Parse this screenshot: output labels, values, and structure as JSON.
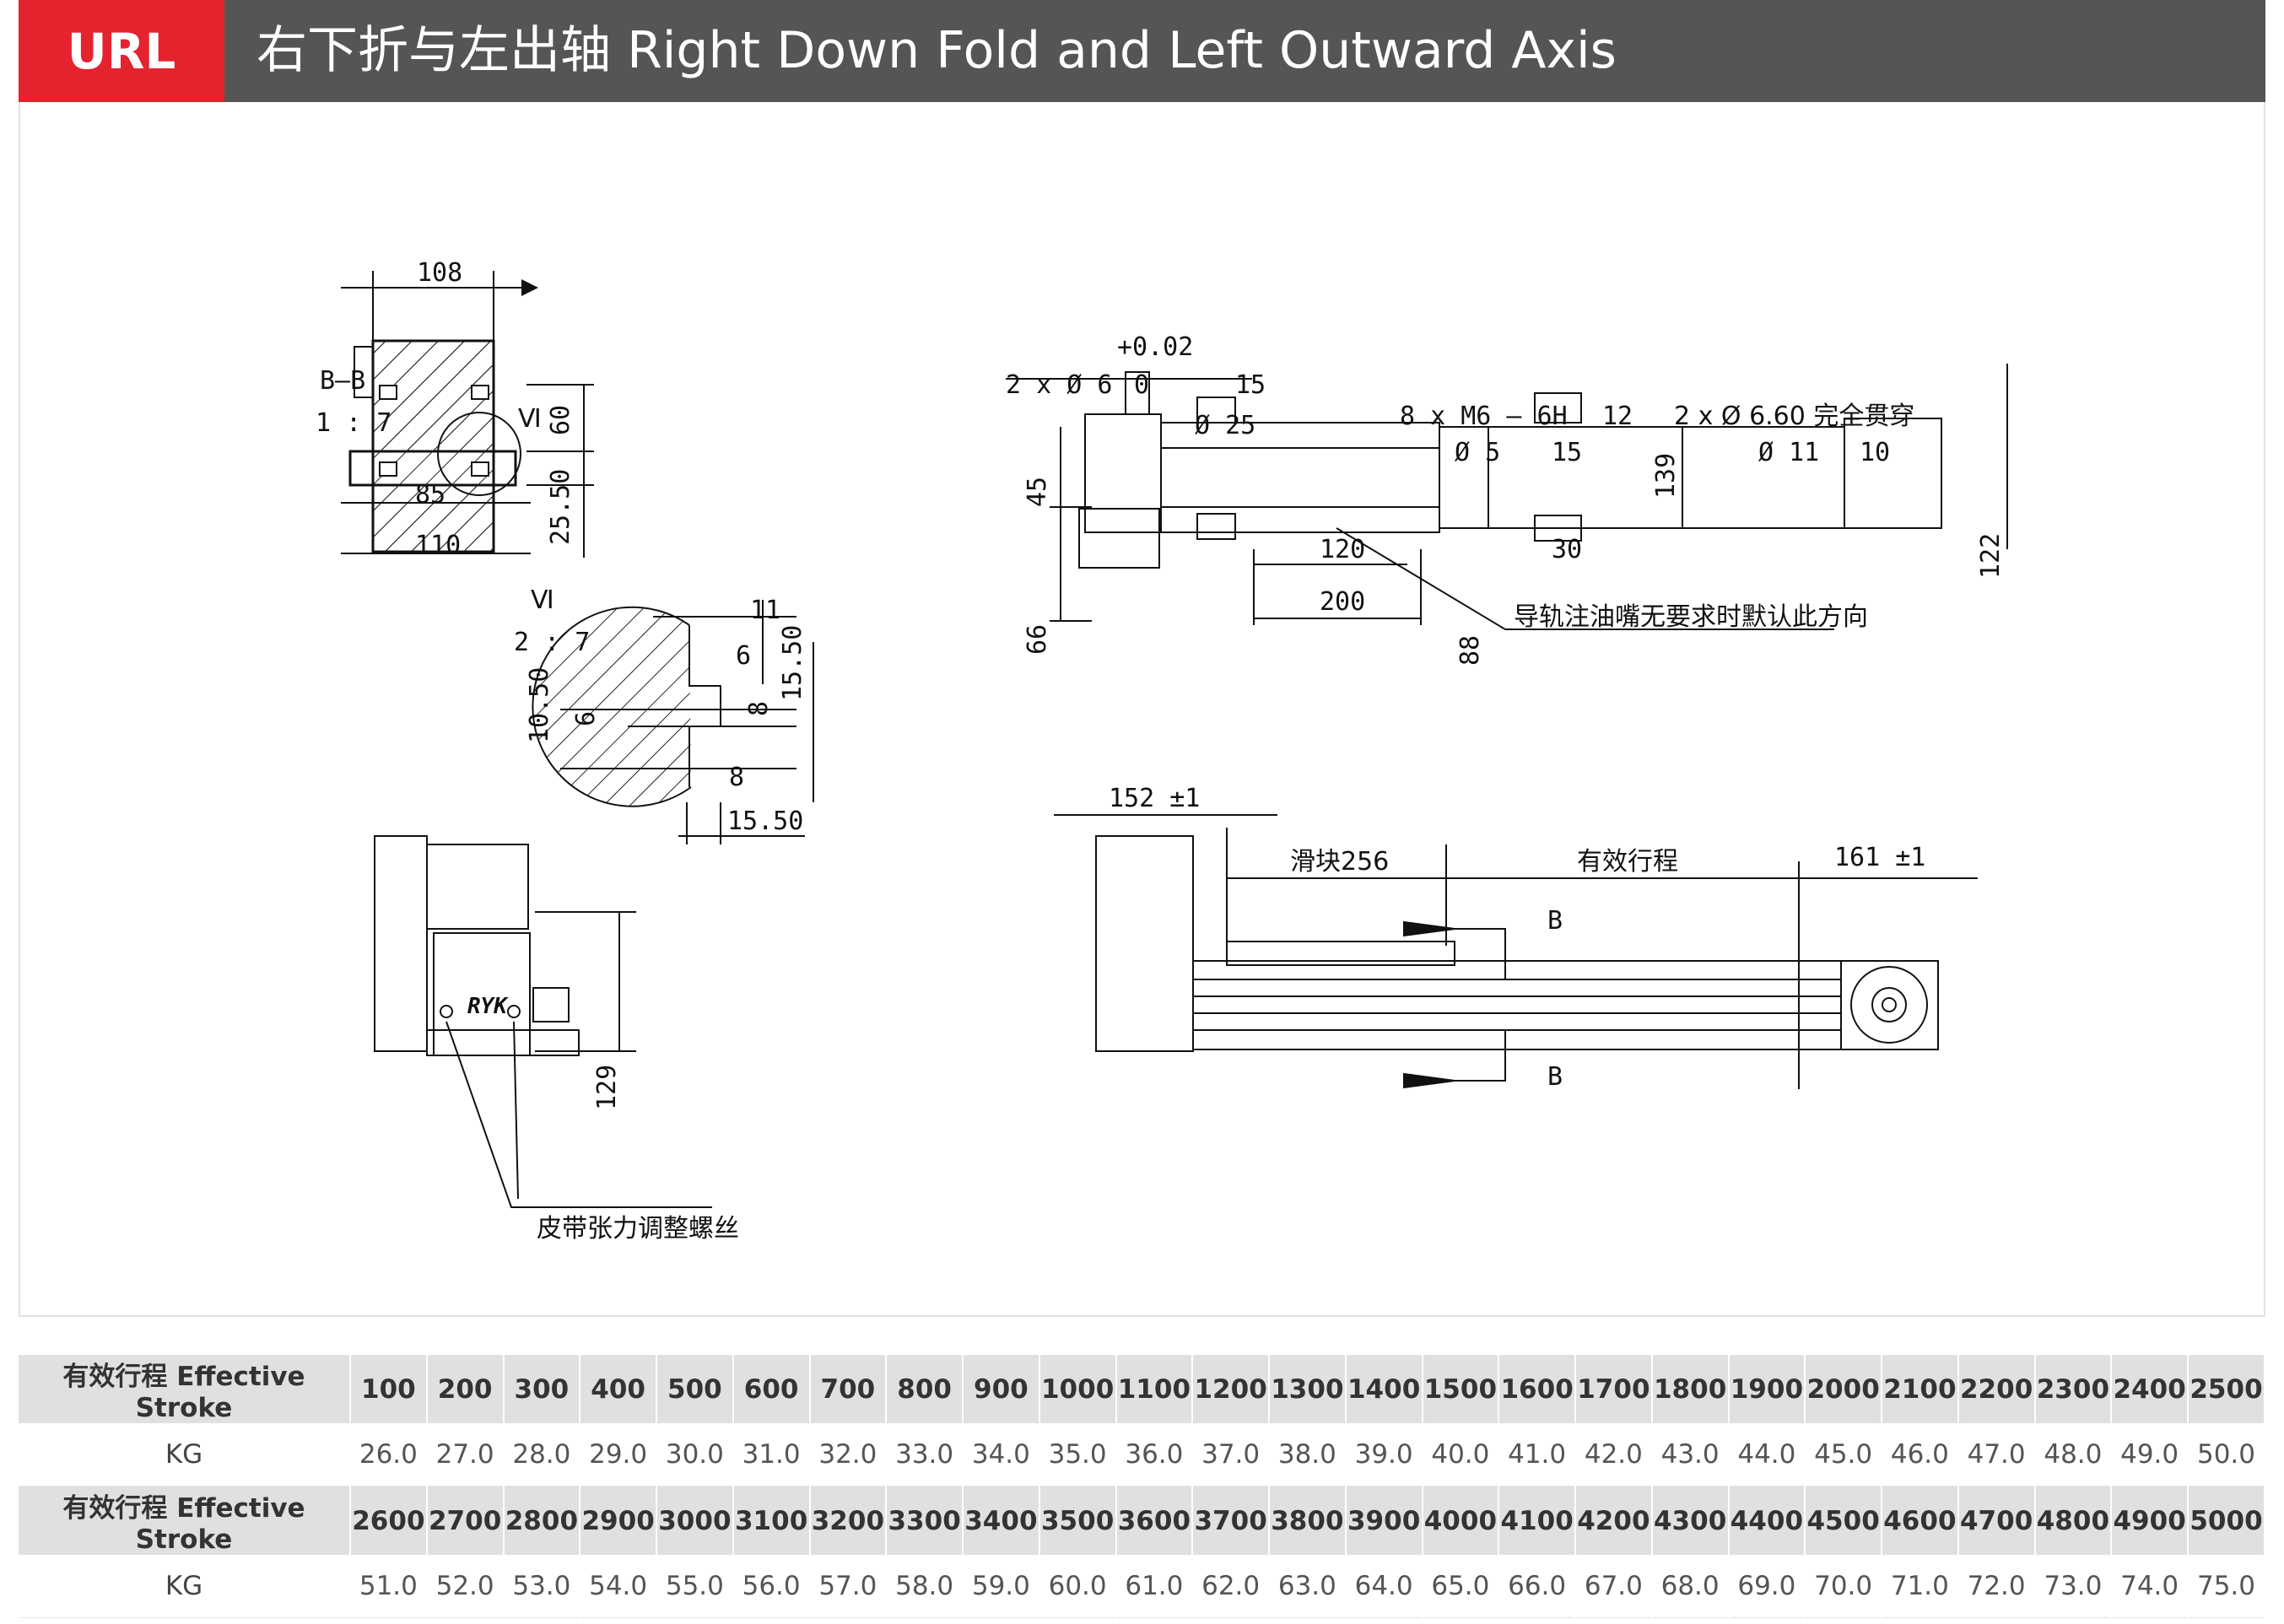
{
  "header": {
    "code": "URL",
    "title": "右下折与左出轴 Right Down Fold and Left Outward Axis"
  },
  "colors": {
    "badge": "#e4232e",
    "header_bar": "#555555",
    "row_header": "#e0e0e0"
  },
  "drawing": {
    "section_view": {
      "label": "B—B",
      "scale": "1 : 7",
      "detail_marker": "Ⅵ",
      "dims": {
        "top_width": "108",
        "inner_width": "85",
        "bottom_width": "110",
        "height_upper": "60",
        "height_lower": "25.50"
      }
    },
    "detail_view": {
      "label": "Ⅵ",
      "scale": "2 : 7",
      "dims": {
        "d11": "11",
        "d6a": "6",
        "d15_50_v": "15.50",
        "d8a": "8",
        "d10_50": "10.50",
        "d6b": "6",
        "d8b": "8",
        "d15_50_h": "15.50"
      }
    },
    "side_view": {
      "dim_height": "129",
      "callout": "皮带张力调整螺丝",
      "logo": "RYK"
    },
    "top_view": {
      "tolerance": "+0.02",
      "tolerance_zero": "0",
      "hole_spec_1": "2 x Ø 6",
      "hole_depth_1": "15",
      "shaft_dia": "Ø 25",
      "thread_spec": "8 x M6 — 6H",
      "thread_depth": "12",
      "thread_sub": "Ø 5",
      "thread_sub_depth": "15",
      "through_hole": "2 x Ø 6.60 完全贯穿",
      "counterbore": "Ø 11",
      "counterbore_depth": "10",
      "dims": {
        "d45": "45",
        "d66": "66",
        "d139": "139",
        "d122": "122",
        "d88": "88",
        "d120": "120",
        "d200": "200",
        "d30": "30"
      },
      "callout": "导轨注油嘴无要求时默认此方向"
    },
    "front_view": {
      "dim_left": "152 ±1",
      "slider": "滑块256",
      "stroke": "有效行程",
      "dim_right": "161 ±1",
      "section_mark_top": "B",
      "section_mark_bottom": "B"
    }
  },
  "table": {
    "row_label": "有效行程 Effective Stroke",
    "weight_label": "KG",
    "rows": [
      {
        "strokes": [
          "100",
          "200",
          "300",
          "400",
          "500",
          "600",
          "700",
          "800",
          "900",
          "1000",
          "1100",
          "1200",
          "1300",
          "1400",
          "1500",
          "1600",
          "1700",
          "1800",
          "1900",
          "2000",
          "2100",
          "2200",
          "2300",
          "2400",
          "2500"
        ],
        "weights": [
          "26.0",
          "27.0",
          "28.0",
          "29.0",
          "30.0",
          "31.0",
          "32.0",
          "33.0",
          "34.0",
          "35.0",
          "36.0",
          "37.0",
          "38.0",
          "39.0",
          "40.0",
          "41.0",
          "42.0",
          "43.0",
          "44.0",
          "45.0",
          "46.0",
          "47.0",
          "48.0",
          "49.0",
          "50.0"
        ]
      },
      {
        "strokes": [
          "2600",
          "2700",
          "2800",
          "2900",
          "3000",
          "3100",
          "3200",
          "3300",
          "3400",
          "3500",
          "3600",
          "3700",
          "3800",
          "3900",
          "4000",
          "4100",
          "4200",
          "4300",
          "4400",
          "4500",
          "4600",
          "4700",
          "4800",
          "4900",
          "5000"
        ],
        "weights": [
          "51.0",
          "52.0",
          "53.0",
          "54.0",
          "55.0",
          "56.0",
          "57.0",
          "58.0",
          "59.0",
          "60.0",
          "61.0",
          "62.0",
          "63.0",
          "64.0",
          "65.0",
          "66.0",
          "67.0",
          "68.0",
          "69.0",
          "70.0",
          "71.0",
          "72.0",
          "73.0",
          "74.0",
          "75.0"
        ]
      }
    ]
  }
}
